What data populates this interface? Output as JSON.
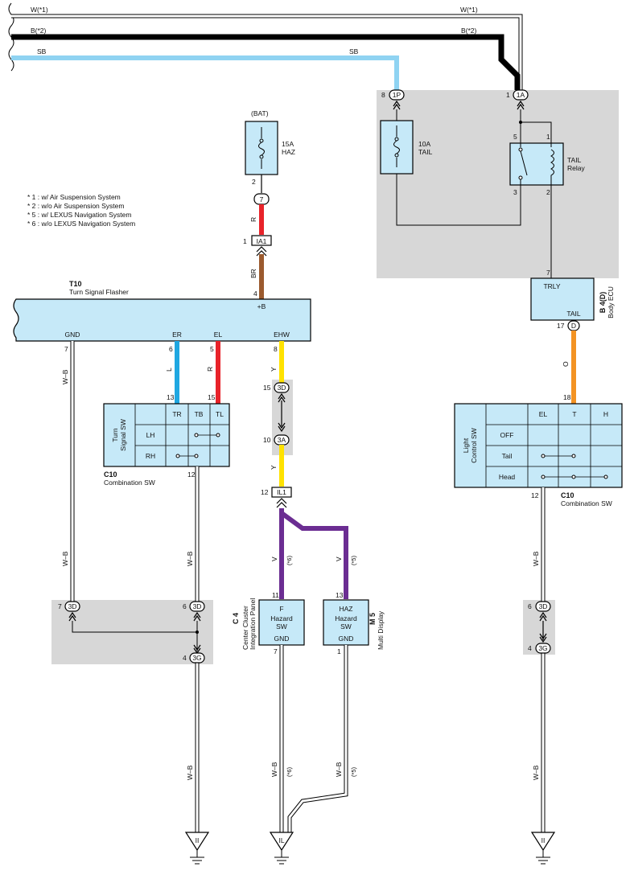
{
  "top_wires": {
    "w_left": "W(*1)",
    "w_right": "W(*1)",
    "b_left": "B(*2)",
    "b_right": "B(*2)",
    "sb_left": "SB",
    "sb_right": "SB"
  },
  "notes": [
    "* 1 : w/ Air Suspension System",
    "* 2 : w/o Air Suspension System",
    "* 5 : w/ LEXUS Navigation System",
    "* 6 : w/o LEXUS Navigation System"
  ],
  "fuse_haz": {
    "source": "(BAT)",
    "rating": "15A",
    "name": "HAZ",
    "pin": "2"
  },
  "connectors": {
    "c7": "7",
    "ia1": "IA1",
    "ia1_pin": "1",
    "il1": "IL1",
    "il1_pin": "12",
    "c3d_left": "3D",
    "c3d_left_pin": "7",
    "c3d_mid": "3D",
    "c3d_mid_pin": "6",
    "c3g_left": "3G",
    "c3g_left_pin": "4",
    "c3d_top": "3D",
    "c3d_top_pin": "15",
    "c3a": "3A",
    "c3a_pin": "10",
    "c3d_right": "3D",
    "c3d_right_pin": "6",
    "c3g_right": "3G",
    "c3g_right_pin": "4",
    "c1p": "1P",
    "c1p_pin": "8",
    "c1a": "1A",
    "c1a_pin": "1",
    "cd": "D",
    "cd_pin": "17"
  },
  "wire_colors": {
    "r_top": "R",
    "br": "BR",
    "l": "L",
    "r_el": "R",
    "y_top": "Y",
    "y_mid": "Y",
    "o": "O",
    "v6": "V",
    "v6_note": "(*6)",
    "v5": "V",
    "v5_note": "(*5)",
    "wb1": "W–B",
    "wb2": "W–B",
    "wb3": "W–B",
    "wb4": "W–B",
    "wb5": "W–B",
    "wb6": "W–B",
    "wb7": "W–B",
    "wb7_note": "(*6)",
    "wb8": "W–B",
    "wb8_note": "(*5)"
  },
  "flasher": {
    "id": "T10",
    "name": "Turn Signal Flasher",
    "gnd": "GND",
    "er": "ER",
    "el": "EL",
    "ehw": "EHW",
    "plus_b": "+B",
    "pin_gnd": "7",
    "pin_er": "6",
    "pin_el": "5",
    "pin_ehw": "8",
    "pin_b": "4"
  },
  "turn_sw": {
    "title_1": "Turn",
    "title_2": "Signal SW",
    "cols": [
      "TR",
      "TB",
      "TL"
    ],
    "rows": [
      "LH",
      "RH"
    ],
    "pin_tr": "13",
    "pin_tl": "15",
    "pin_gnd": "12",
    "id": "C10",
    "name": "Combination SW"
  },
  "light_sw": {
    "title_1": "Light",
    "title_2": "Control SW",
    "cols": [
      "EL",
      "T",
      "H"
    ],
    "rows": [
      "OFF",
      "Tail",
      "Head"
    ],
    "pin_top": "18",
    "pin_gnd": "12",
    "id": "C10",
    "name": "Combination SW"
  },
  "tail_relay": {
    "fuse_rating": "10A",
    "fuse_name": "TAIL",
    "relay_1": "TAIL",
    "relay_2": "Relay",
    "p5": "5",
    "p1": "1",
    "p3": "3",
    "p2": "2",
    "p7": "7"
  },
  "body_ecu": {
    "trly": "TRLY",
    "tail": "TAIL",
    "id": "B 4(D)",
    "name": "Body ECU"
  },
  "hazard_c4": {
    "l1": "F",
    "l2": "Hazard",
    "l3": "SW",
    "gnd": "GND",
    "pin_top": "11",
    "pin_bot": "7",
    "id": "C 4",
    "name_1": "Center Cluster",
    "name_2": "Integration Panel"
  },
  "hazard_m5": {
    "l1": "HAZ",
    "l2": "Hazard",
    "l3": "SW",
    "gnd": "GND",
    "pin_top": "13",
    "pin_bot": "1",
    "id": "M 5",
    "name": "Multi Display"
  },
  "grounds": {
    "g1": "II",
    "g2": "IL",
    "g3": "II"
  },
  "colors": {
    "red": "#e8232a",
    "blue": "#1fa7e1",
    "yellow": "#ffe200",
    "brown": "#9b5a2e",
    "orange": "#f39323",
    "violet": "#6b2d92",
    "sky": "#8fd3f2",
    "panel": "#d7d7d7",
    "box": "#c6e9f8"
  }
}
